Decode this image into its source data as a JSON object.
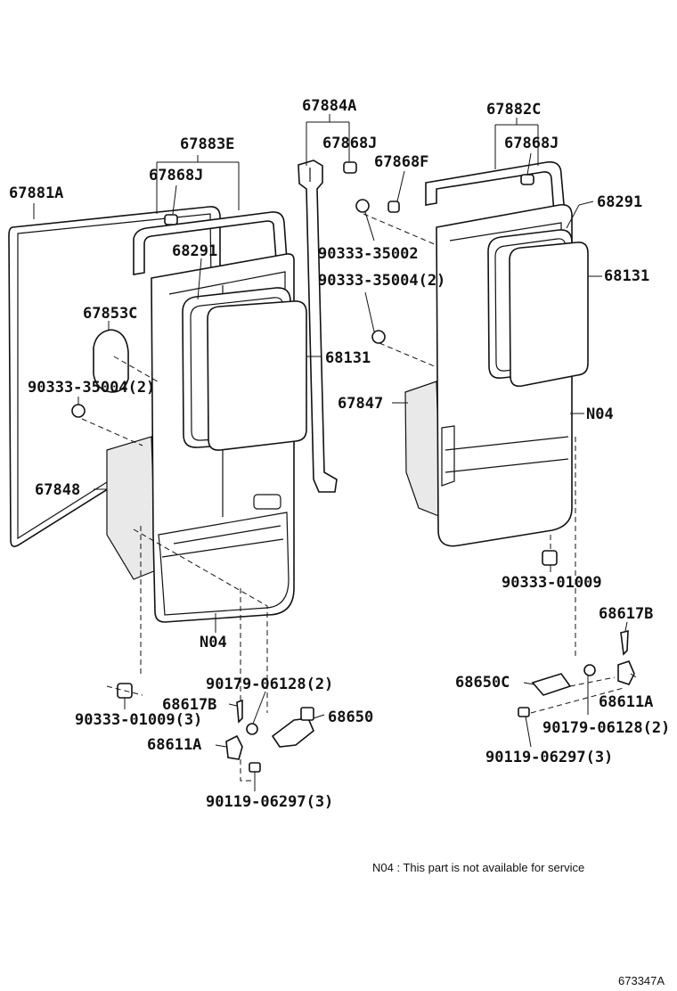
{
  "diagram_id": "673347A",
  "note": "N04 : This part is not available for service",
  "parts": {
    "p67881A": "67881A",
    "p67883E": "67883E",
    "p67868J_a": "67868J",
    "p68291_a": "68291",
    "p67853C": "67853C",
    "p90333_35004_2_a": "90333-35004(2)",
    "p67848": "67848",
    "p68131_a": "68131",
    "p67884A": "67884A",
    "p67868J_b": "67868J",
    "p67868F": "67868F",
    "p90333_35002": "90333-35002",
    "p90333_35004_2_b": "90333-35004(2)",
    "p67882C": "67882C",
    "p67868J_c": "67868J",
    "p68291_b": "68291",
    "p68131_b": "68131",
    "p67847": "67847",
    "pN04_b": "N04",
    "pN04_a": "N04",
    "p90333_01009": "90333-01009",
    "p68617B_b": "68617B",
    "p68650C": "68650C",
    "p68611A_b": "68611A",
    "p90179_06128_2_b": "90179-06128(2)",
    "p90119_06297_3_b": "90119-06297(3)",
    "p90179_06128_2_a": "90179-06128(2)",
    "p68617B_a": "68617B",
    "p68650": "68650",
    "p90333_01009_3": "90333-01009(3)",
    "p68611A_a": "68611A",
    "p90119_06297_3_a": "90119-06297(3)"
  }
}
